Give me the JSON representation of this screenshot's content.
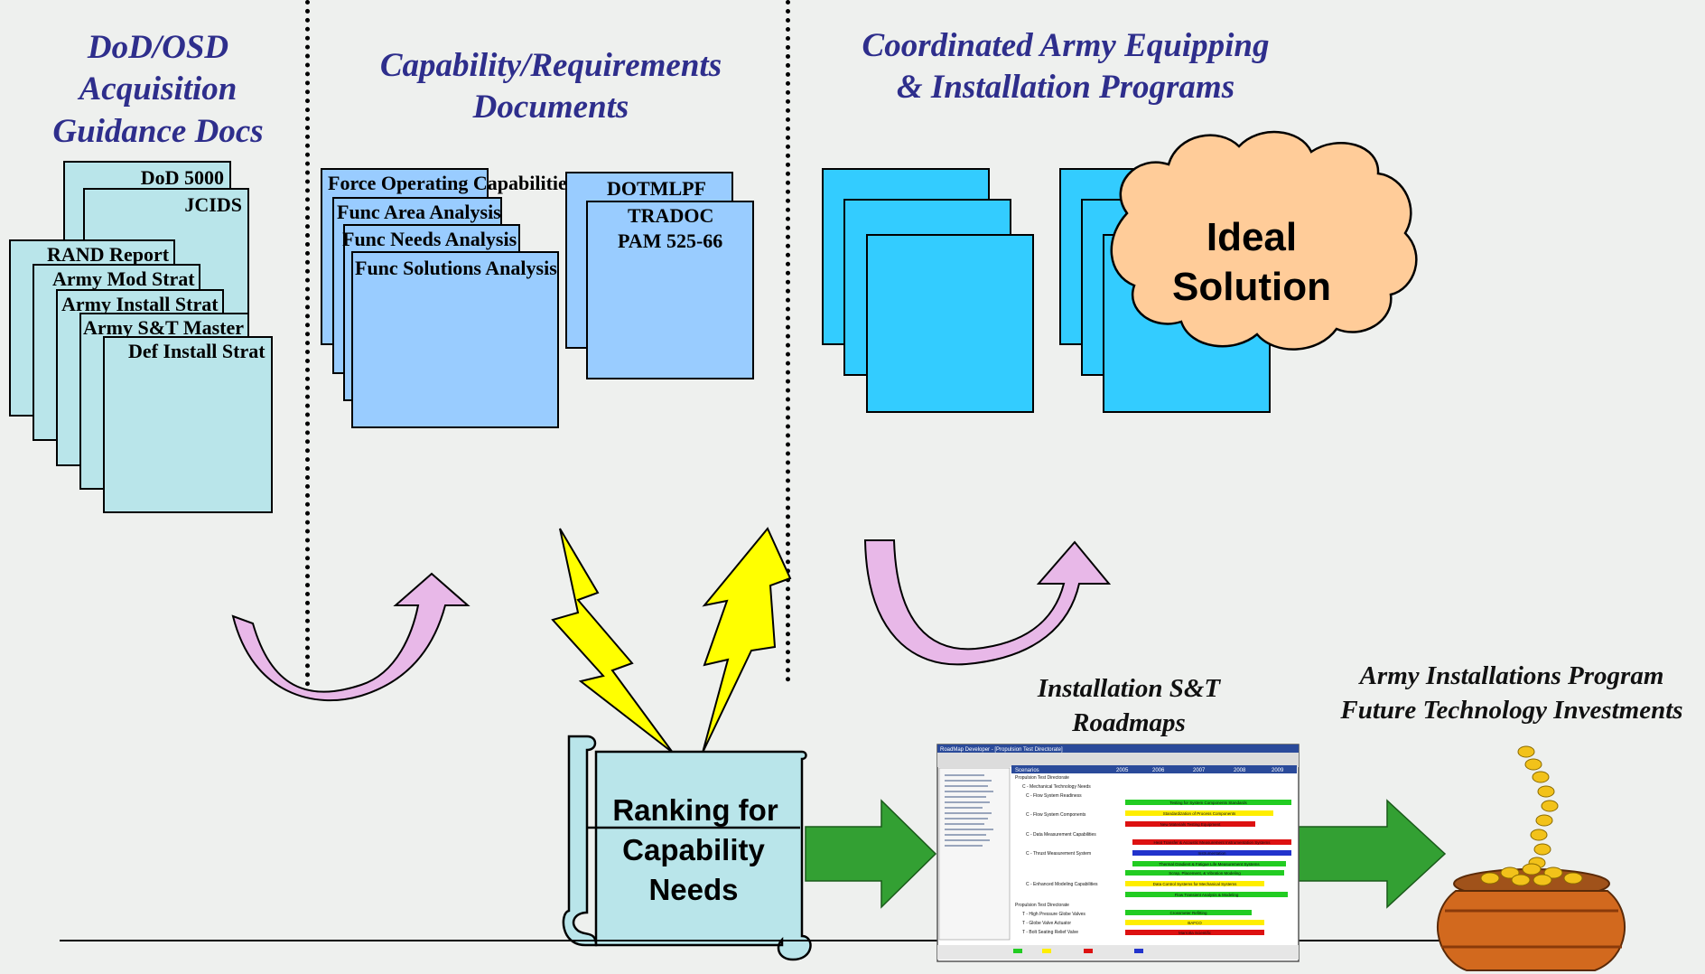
{
  "headers": {
    "dod": [
      "DoD/OSD",
      "Acquisition",
      "Guidance Docs"
    ],
    "capability": [
      "Capability/Requirements",
      "Documents"
    ],
    "army": [
      "Coordinated Army Equipping",
      "& Installation Programs"
    ]
  },
  "guidance_docs": [
    "DoD 5000",
    "JCIDS",
    "RAND Report",
    "Army Mod Strat",
    "Army Install Strat",
    "Army S&T Master",
    "Def Install Strat"
  ],
  "capability_docs": {
    "stack": [
      "Force Operating Capabilities",
      "Func Area Analysis",
      "Func Needs Analysis",
      "Func Solutions Analysis"
    ],
    "right": [
      "DOTMLPF",
      "TRADOC",
      "PAM 525-66"
    ]
  },
  "cloud": [
    "Ideal",
    "Solution"
  ],
  "scroll": [
    "Ranking for",
    "Capability",
    "Needs"
  ],
  "roadmaps_caption": [
    "Installation S&T",
    "Roadmaps"
  ],
  "investments_caption": [
    "Army Installations Program",
    "Future Technology Investments"
  ],
  "roadmap_screenshot": {
    "title": "RoadMap Developer - [Propulsion Test Directorate]",
    "column_header": "Scenarios",
    "years": [
      "2005",
      "2006",
      "2007",
      "2008",
      "2009"
    ],
    "rows": [
      "Propulsion Test Directorate",
      "C - Mechanical Technology Needs",
      "C - Flow System Readiness",
      "C - Flow System Components",
      "C - Data Measurement Capabilities",
      "C - Thrust Measurement System",
      "C - Enhanced Modeling Capabilities",
      "Propulsion Test Directorate",
      "T - High Pressure Globe Valves",
      "T - Globe Valve Actuator",
      "T - Bolt Seating Relief Valve"
    ],
    "bars": [
      "Testing for System Components Standards",
      "Standardization of Process Components",
      "New Materials Testing Equipment",
      "Heat Transfer & Acoustic Measurement Instrumentation Systems",
      "Instrumentation",
      "Thermal Gradient & Fatigue Life Measurement Systems",
      "Scrap, Placement, & Vibration Modeling",
      "Data Control Systems for Mechanical Systems",
      "Flow Transient Analysis & Modeling",
      "Crossmeter Refitting",
      "BAFCO",
      "Marrotta Scientific"
    ]
  },
  "colors": {
    "header_text": "#2e2e8c",
    "guidance_doc": "#b9e5ea",
    "capability_doc": "#99ccff",
    "program_doc": "#33ccff",
    "cloud": "#ffcc99",
    "curved_arrow": "#e8b8e8",
    "lightning": "#ffff00",
    "green_arrow": "#33a033",
    "pot": "#d2691e",
    "gold": "#f2c21a"
  }
}
